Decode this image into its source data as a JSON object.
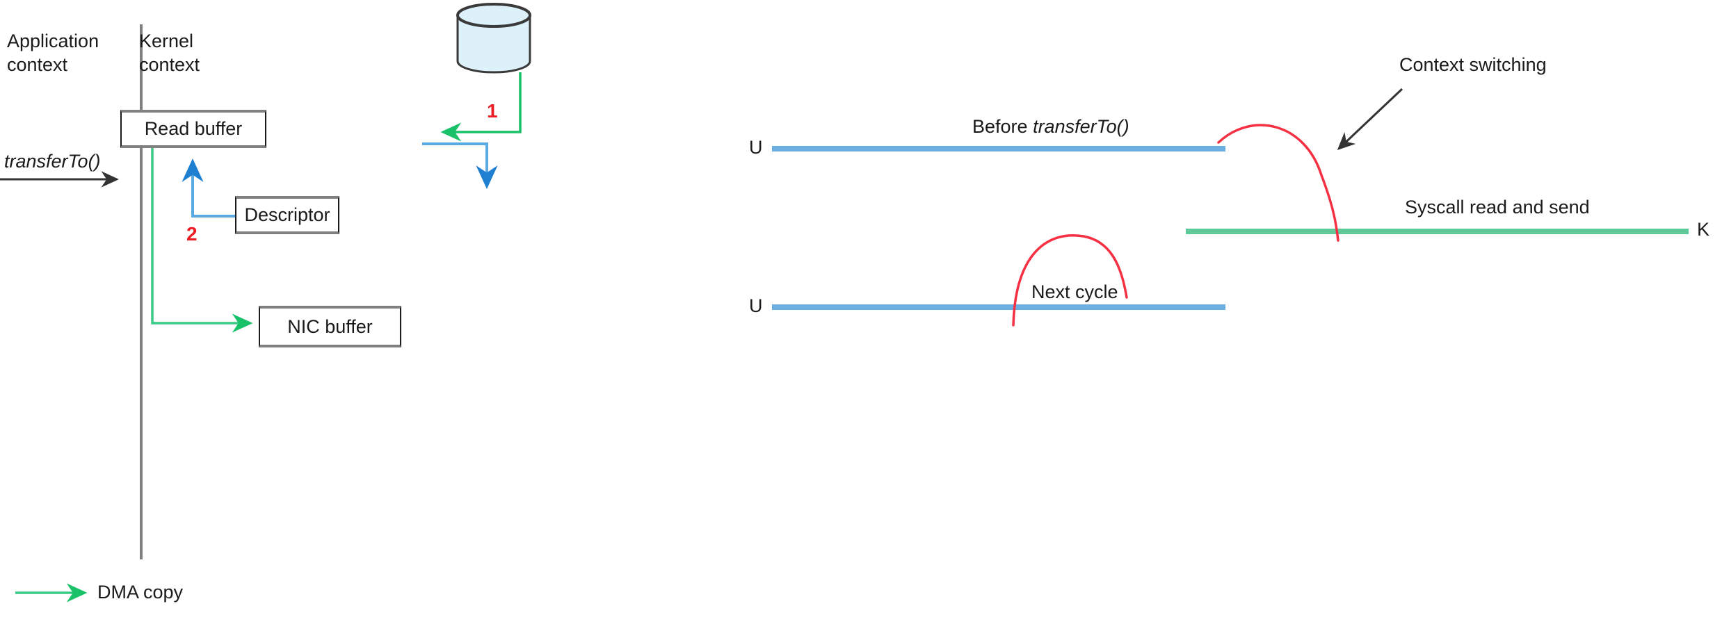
{
  "diagram": {
    "title_region_left": {
      "application_context": "Application\ncontext",
      "kernel_context": "Kernel\ncontext",
      "transfer_to": "transferTo()"
    },
    "nodes": [
      {
        "id": "read-buffer",
        "label": "Read buffer"
      },
      {
        "id": "descriptor",
        "label": "Descriptor"
      },
      {
        "id": "nic-buffer",
        "label": "NIC buffer"
      },
      {
        "id": "disk",
        "label": ""
      }
    ],
    "step_markers": [
      {
        "id": "step-1",
        "label": "1",
        "color": "#ec1c24"
      },
      {
        "id": "step-2",
        "label": "2",
        "color": "#ec1c24"
      }
    ],
    "legend": {
      "label": "DMA copy",
      "color": "#3cc985"
    },
    "colors": {
      "dma_green": "#3cc985",
      "blue_arrow": "#5aa9e0",
      "user_line_blue": "#6bafe0",
      "kernel_line_green": "#5fc99a",
      "red_curve": "#f43042",
      "red_number": "#ec1c24",
      "box_border": "#1a1a1a",
      "box_shade": "#808080",
      "cylinder_fill": "#ddf1fa",
      "divider": "#808080",
      "text": "#1a1a1a"
    }
  },
  "timeline": {
    "user_lines": [
      {
        "id": "user-line-top",
        "marker": "U"
      },
      {
        "id": "user-line-bottom",
        "marker": "U"
      }
    ],
    "kernel_line": {
      "id": "kernel-line",
      "marker": "K"
    },
    "annotations": [
      {
        "id": "before-transferto",
        "text_plain": "Before ",
        "text_italic": "transferTo()"
      },
      {
        "id": "context-switching",
        "text": "Context switching"
      },
      {
        "id": "syscall-read-send",
        "text": "Syscall read and send"
      },
      {
        "id": "next-cycle",
        "text": "Next cycle"
      }
    ]
  }
}
